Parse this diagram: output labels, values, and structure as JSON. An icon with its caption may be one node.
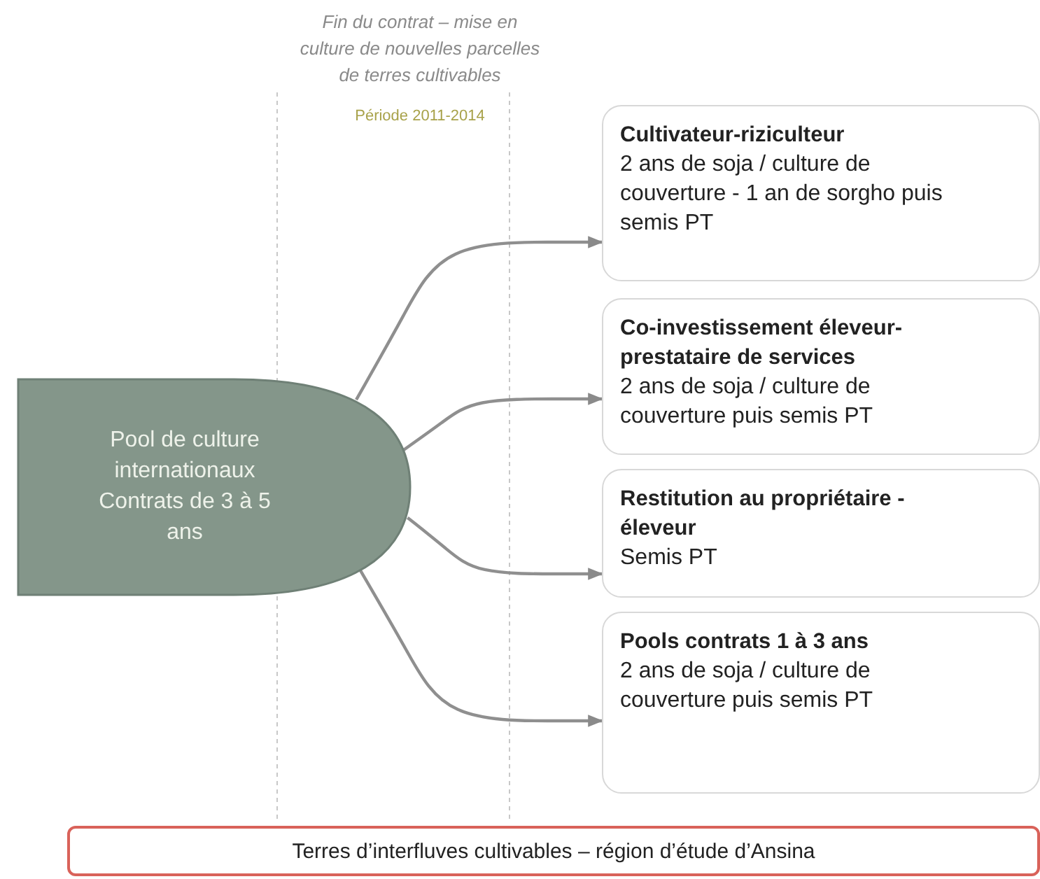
{
  "diagram": {
    "nodes": [
      {
        "text": [
          "Pool de culture internationaux Contrats de 3 à 5 ans"
        ]
      },
      {
        "text": [
          "Cultivateur-riziculteur",
          "2 ans de soja / culture de couverture - 1 an de sorgho puis semis PT"
        ]
      },
      {
        "text": [
          "Co-investissement éleveur-prestataire de services",
          "2 ans de soja / culture de couverture puis semis PT"
        ]
      },
      {
        "text": [
          "Restitution au propriétaire - éleveur",
          "Semis PT"
        ]
      },
      {
        "text": [
          "Pools contrats 1 à 3 ans",
          "2 ans de soja / culture de couverture puis semis PT"
        ]
      },
      {
        "text": [
          "Terres d’interfluves cultivables – région d’étude d’Ansina"
        ]
      }
    ],
    "edges": [
      {
        "from": 0,
        "to": 1,
        "arrow": "to"
      },
      {
        "from": 0,
        "to": 2,
        "arrow": "to"
      },
      {
        "from": 0,
        "to": 3,
        "arrow": "to"
      },
      {
        "from": 0,
        "to": 4,
        "arrow": "to"
      }
    ],
    "labels": [
      "Fin du contrat – mise en culture de nouvelles parcelles de terres cultivables",
      "Période 2011-2014"
    ]
  }
}
